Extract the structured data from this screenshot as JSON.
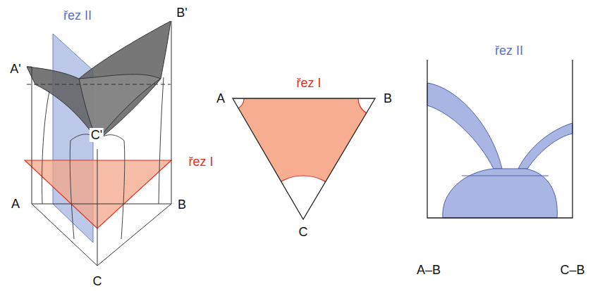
{
  "diagram": {
    "labels": [
      "řez II",
      "B'",
      "A'",
      "C'",
      "řez I",
      "A",
      "B",
      "C",
      "řez I",
      "A",
      "B",
      "C",
      "řez II",
      "A–B",
      "C–B"
    ]
  }
}
